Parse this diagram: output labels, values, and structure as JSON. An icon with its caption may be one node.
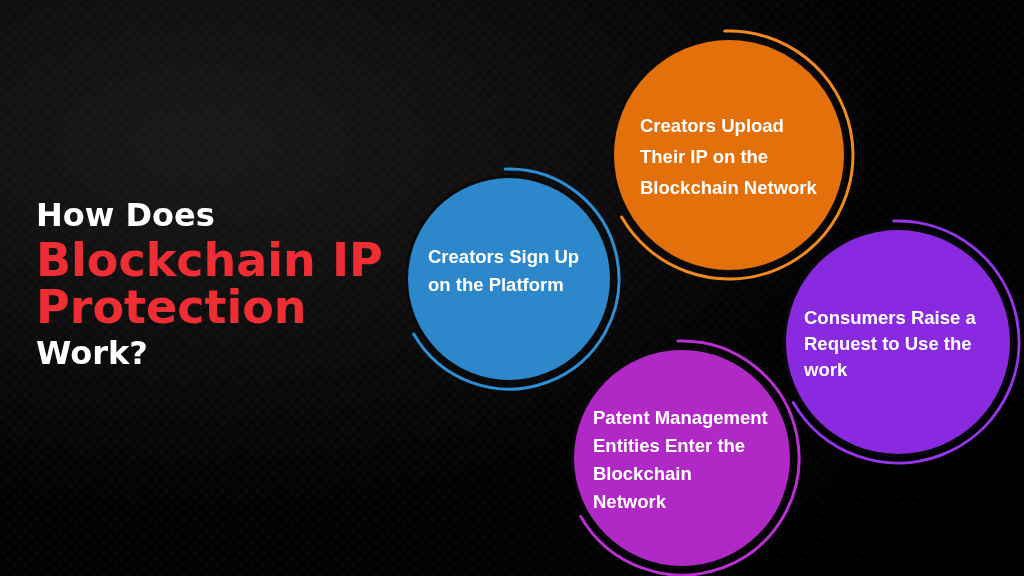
{
  "diagram": {
    "title": "How Does **Blockchain IP Protection** Work?",
    "nodes": [
      {
        "text": [
          "Creators Sign Up on the Platform"
        ]
      },
      {
        "text": [
          "Creators Upload Their IP on the Blockchain Network"
        ]
      },
      {
        "text": [
          "Patent Management Entities Enter the Blockchain Network"
        ]
      },
      {
        "text": [
          "Consumers Raise a Request to Use the work"
        ]
      }
    ]
  }
}
